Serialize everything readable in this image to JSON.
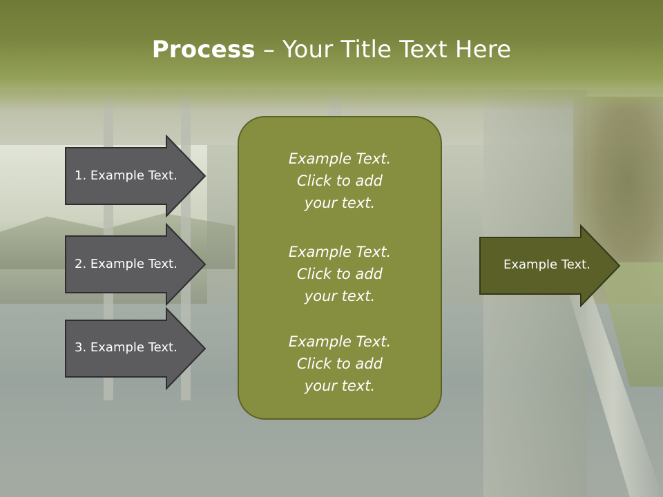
{
  "title": {
    "bold": "Process",
    "rest": " – Your Title Text Here"
  },
  "left_arrows": [
    {
      "label": "1. Example Text."
    },
    {
      "label": "2. Example Text."
    },
    {
      "label": "3. Example Text."
    }
  ],
  "center_panel": {
    "blocks": [
      {
        "line1": "Example Text.",
        "line2": "Click  to add",
        "line3": "your text."
      },
      {
        "line1": "Example Text.",
        "line2": "Click  to add",
        "line3": "your text."
      },
      {
        "line1": "Example Text.",
        "line2": "Click  to add",
        "line3": "your text."
      }
    ]
  },
  "right_arrow": {
    "label": "Example Text."
  },
  "colors": {
    "title_band": "#7a8640",
    "left_arrow_fill": "#5c5c5e",
    "center_panel_fill": "#868e3f",
    "right_arrow_fill": "#5a6028"
  }
}
